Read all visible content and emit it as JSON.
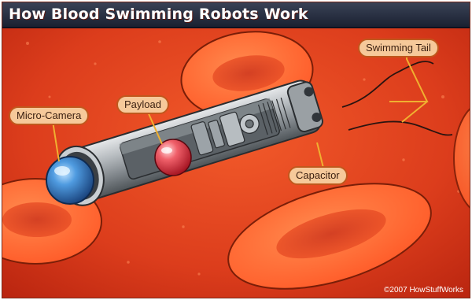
{
  "title": "How Blood Swimming Robots Work",
  "labels": {
    "swimming_tail": "Swimming Tail",
    "micro_camera": "Micro-Camera",
    "payload": "Payload",
    "capacitor": "Capacitor"
  },
  "copyright": "©2007 HowStuffWorks",
  "colors": {
    "background": "#d43a1a",
    "title_band": "#222a3c",
    "cell_fill": "#ff6a35",
    "cell_outline": "#7a1e08",
    "robot_body": "#aab0b4",
    "camera_lens": "#2f78c0",
    "payload_sphere": "#e0283a",
    "callout_fill": "#f6c99a",
    "leader_line": "#f0b030"
  }
}
